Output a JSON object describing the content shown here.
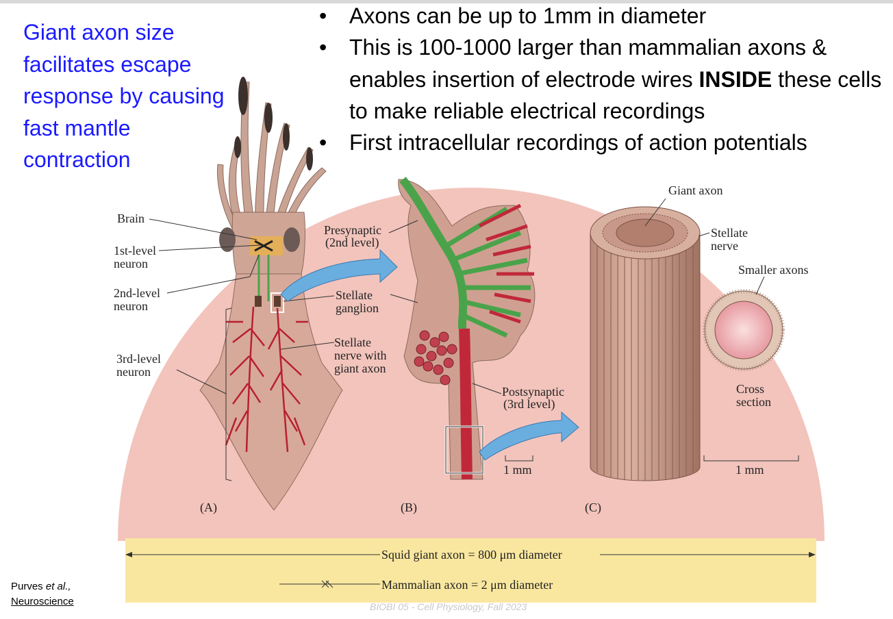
{
  "side_text": "Giant axon size facilitates escape response by causing fast mantle contraction",
  "bullets": [
    {
      "pre": "Axons can be up to 1mm in diameter",
      "bold": "",
      "post": ""
    },
    {
      "pre": "This is 100-1000 larger than mammalian axons & enables insertion of electrode wires ",
      "bold": "INSIDE",
      "post": " these cells to make reliable electrical recordings"
    },
    {
      "pre": "First intracellular recordings of action potentials",
      "bold": "",
      "post": ""
    }
  ],
  "figure": {
    "panel_a": {
      "letter": "(A)",
      "labels": {
        "brain": "Brain",
        "first_level_1": "1st-level",
        "first_level_2": "neuron",
        "second_level_1": "2nd-level",
        "second_level_2": "neuron",
        "third_level_1": "3rd-level",
        "third_level_2": "neuron",
        "stellate_ganglion_1": "Stellate",
        "stellate_ganglion_2": "ganglion",
        "stellate_nerve_1": "Stellate",
        "stellate_nerve_2": "nerve with",
        "stellate_nerve_3": "giant axon"
      }
    },
    "panel_b": {
      "letter": "(B)",
      "labels": {
        "presynaptic_1": "Presynaptic",
        "presynaptic_2": "(2nd level)",
        "postsynaptic_1": "Postsynaptic",
        "postsynaptic_2": "(3rd level)",
        "scale": "1 mm"
      }
    },
    "panel_c": {
      "letter": "(C)",
      "labels": {
        "giant_axon": "Giant axon",
        "stellate_nerve_1": "Stellate",
        "stellate_nerve_2": "nerve",
        "smaller_axons": "Smaller  axons",
        "cross_1": "Cross",
        "cross_2": "section",
        "scale": "1 mm"
      }
    },
    "comparison": {
      "squid": "Squid giant axon = 800 μm diameter",
      "mammal": "Mammalian axon = 2 μm diameter"
    },
    "colors": {
      "pink_bg": "#f2c4bc",
      "yellow_band": "#f9e79f",
      "tissue": "#d7a99a",
      "green_neuron": "#5cbf5c",
      "red_neuron": "#c0283a",
      "arrow_blue": "#6aaee0"
    }
  },
  "citation": {
    "line1_pre": "Purves ",
    "line1_em": "et al.,",
    "line2": "Neuroscience"
  },
  "footer": "BIOBI 05 - Cell Physiology, Fall 2023"
}
